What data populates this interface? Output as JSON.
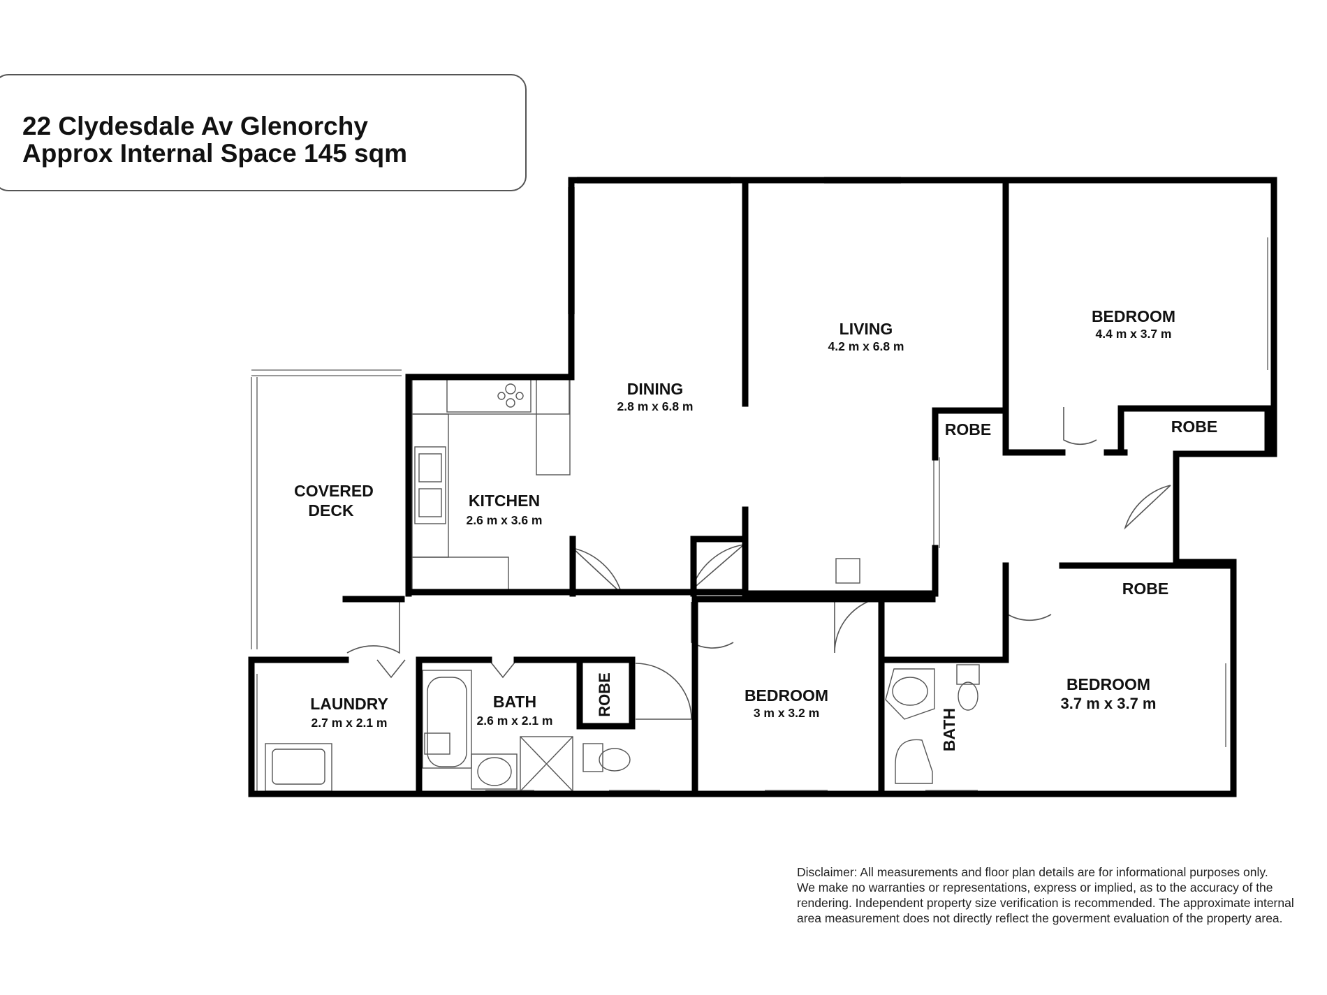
{
  "header": {
    "address": "22 Clydesdale Av Glenorchy",
    "area": "Approx Internal Space 145 sqm"
  },
  "rooms": {
    "dining": {
      "name": "DINING",
      "size": "2.8 m x 6.8 m"
    },
    "living": {
      "name": "LIVING",
      "size": "4.2 m x 6.8 m"
    },
    "bedroom_main": {
      "name": "BEDROOM",
      "size": "4.4 m x 3.7 m"
    },
    "covered_deck": {
      "name_line1": "COVERED",
      "name_line2": "DECK"
    },
    "kitchen": {
      "name": "KITCHEN",
      "size": "2.6 m x 3.6 m"
    },
    "robe_living": {
      "name": "ROBE"
    },
    "robe_main": {
      "name": "ROBE"
    },
    "robe_bed3": {
      "name": "ROBE"
    },
    "robe_hall": {
      "name": "ROBE"
    },
    "laundry": {
      "name": "LAUNDRY",
      "size": "2.7 m x 2.1 m"
    },
    "bath_main": {
      "name": "BATH",
      "size": "2.6 m x 2.1 m"
    },
    "bedroom_2": {
      "name": "BEDROOM",
      "size": "3 m x 3.2 m"
    },
    "bath_ensuite": {
      "name": "BATH"
    },
    "bedroom_3": {
      "name": "BEDROOM",
      "size": "3.7 m x 3.7 m"
    }
  },
  "disclaimer": [
    "Disclaimer: All measurements and floor plan details are for informational purposes only.",
    "We  make no warranties or representations, express or implied, as to the accuracy of the",
    "rendering. Independent property size verification is recommended. The approximate internal",
    "area measurement does not directly reflect the goverment evaluation of the property area."
  ]
}
